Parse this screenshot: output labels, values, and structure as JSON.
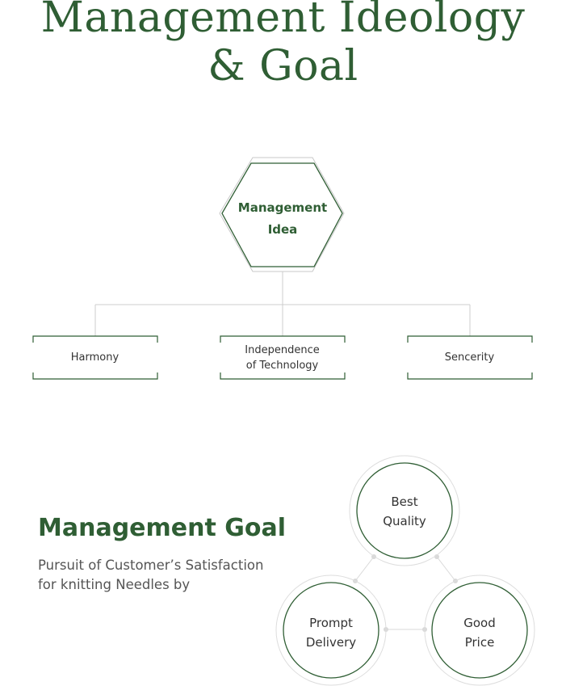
{
  "header": {
    "title_line1": "Management Ideology",
    "title_line2": "& Goal"
  },
  "idea": {
    "label_line1": "Management",
    "label_line2": "Idea",
    "values": [
      {
        "line1": "Harmony",
        "line2": ""
      },
      {
        "line1": "Independence",
        "line2": "of Technology"
      },
      {
        "line1": "Sencerity",
        "line2": ""
      }
    ]
  },
  "goal": {
    "title": "Management Goal",
    "desc_line1": "Pursuit of Customer’s Satisfaction",
    "desc_line2": "for knitting Needles by",
    "circles": [
      {
        "line1": "Best",
        "line2": "Quality"
      },
      {
        "line1": "Prompt",
        "line2": "Delivery"
      },
      {
        "line1": "Good",
        "line2": "Price"
      }
    ]
  },
  "colors": {
    "accent": "#2f5e34",
    "connector": "#cccccc",
    "node_dot": "#d9d9d9"
  }
}
